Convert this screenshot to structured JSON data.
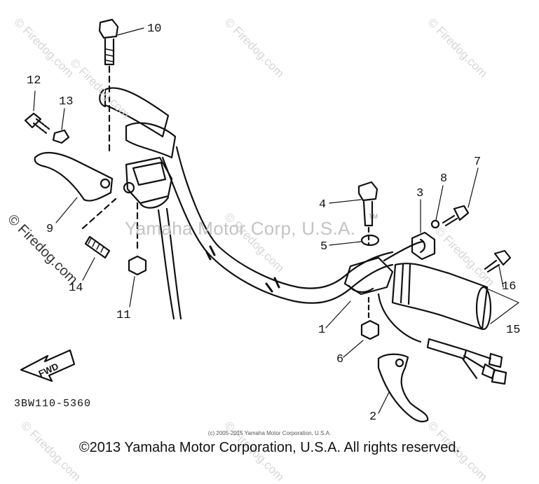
{
  "watermark": {
    "text": "© Firedog.com",
    "center_text": "Yamaha Motor Corp, U.S.A.",
    "tm": "TM"
  },
  "labels": {
    "p1": "1",
    "p2": "2",
    "p3": "3",
    "p4": "4",
    "p5": "5",
    "p6": "6",
    "p7": "7",
    "p8": "8",
    "p9": "9",
    "p10": "10",
    "p11": "11",
    "p12": "12",
    "p13": "13",
    "p14": "14",
    "p15": "15",
    "p16": "16"
  },
  "fwd_label": "FWD",
  "part_code": "3BW110-5360",
  "copyright_small": "(c) 2005-2015 Yamaha Motor Corporation, U.S.A.",
  "copyright_main": "©2013 Yamaha Motor Corporation, U.S.A. All rights reserved."
}
